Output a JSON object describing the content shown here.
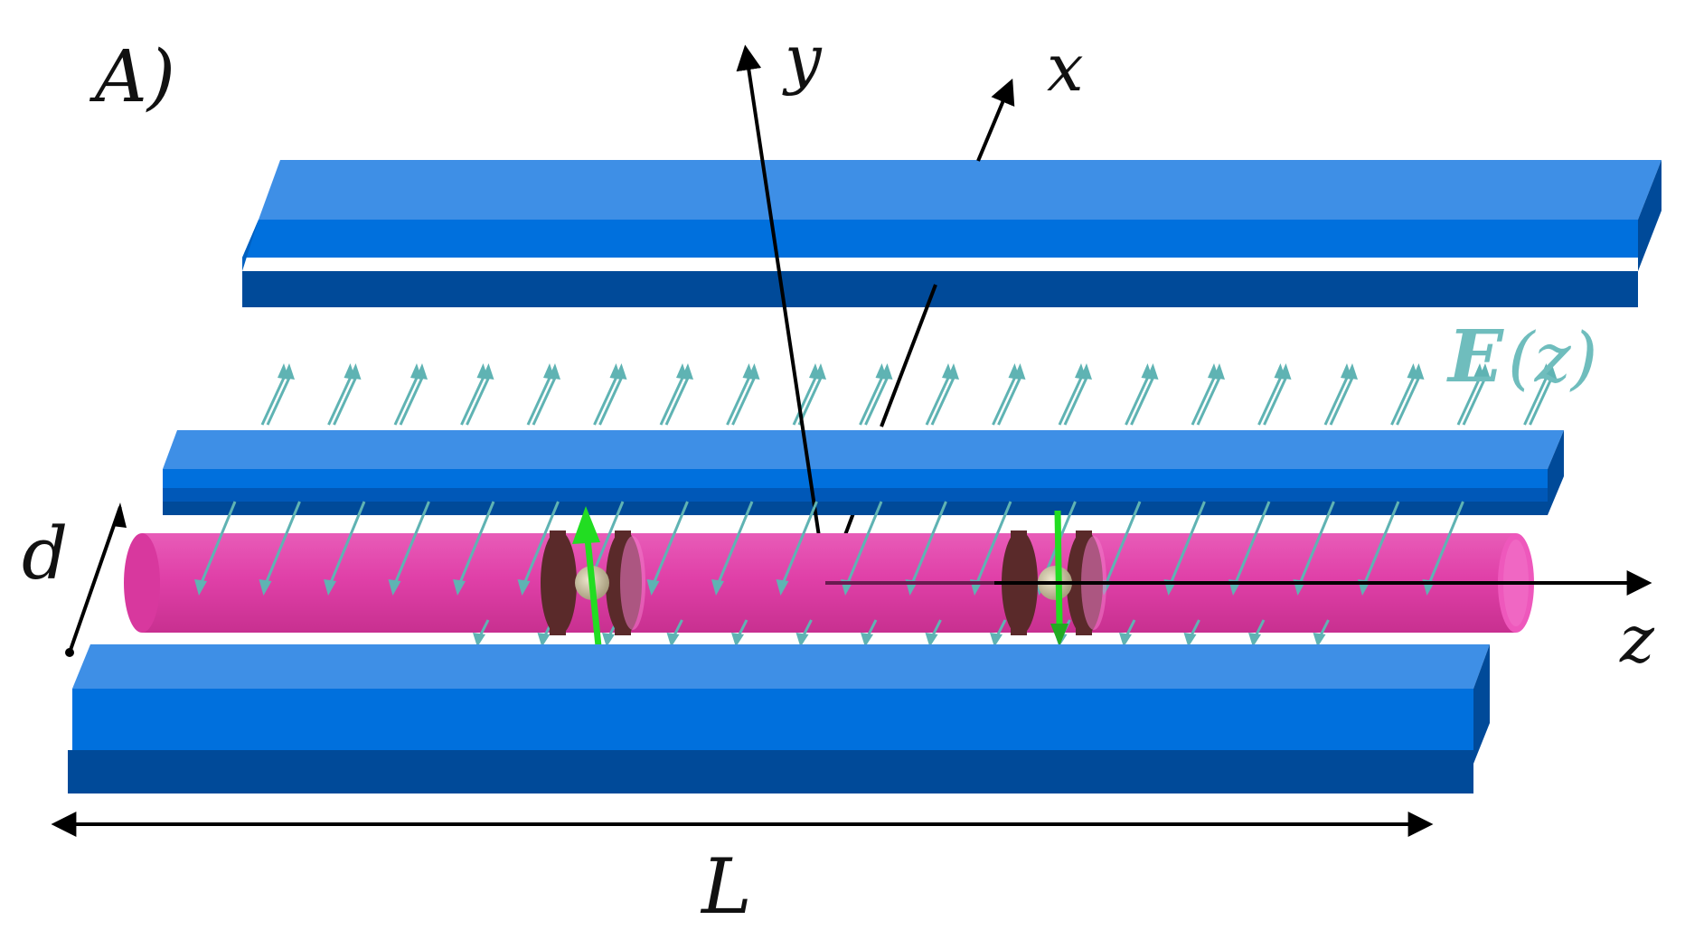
{
  "panel_label": "A)",
  "axes": {
    "x": "x",
    "y": "y",
    "z": "z"
  },
  "dimensions": {
    "width_label": "d",
    "length_label": "L"
  },
  "field": {
    "symbol": "E",
    "argument": "(z)"
  },
  "colors": {
    "electrode_front": "#0070DD",
    "electrode_edge": "#004A99",
    "tube": "#E040A8",
    "tube_cap": "#EE58BC",
    "field_arrow": "#5FB3B3",
    "ring": "#5A2A2A",
    "ion": "#C9C0A0",
    "spin": "#22DD22",
    "axis": "#000000"
  },
  "counts": {
    "field_arrows_per_row": 20,
    "ions": 2
  }
}
